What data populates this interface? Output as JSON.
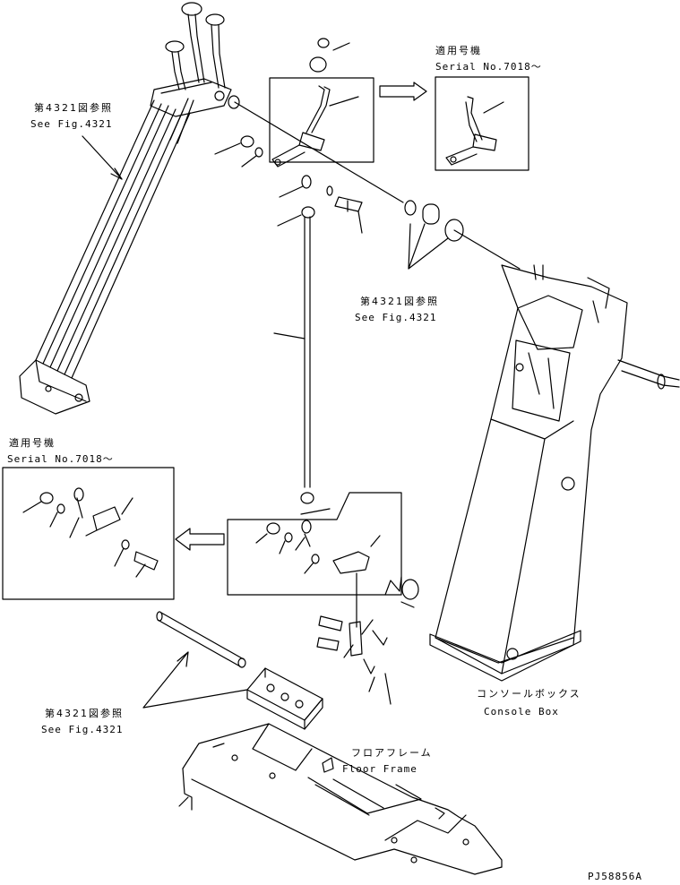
{
  "labels": {
    "ref_left_top_jp": "第4321図参照",
    "ref_left_top_en": "See Fig.4321",
    "serial_top_jp": "適用号機",
    "serial_top_en": "Serial No.7018～",
    "ref_mid_jp": "第4321図参照",
    "ref_mid_en": "See Fig.4321",
    "serial_left_jp": "適用号機",
    "serial_left_en": "Serial No.7018～",
    "console_jp": "コンソールボックス",
    "console_en": "Console Box",
    "ref_bottom_jp": "第4321図参照",
    "ref_bottom_en": "See Fig.4321",
    "floor_jp": "フロアフレーム",
    "floor_en": "Floor Frame",
    "drawing_code": "PJ58856A"
  }
}
